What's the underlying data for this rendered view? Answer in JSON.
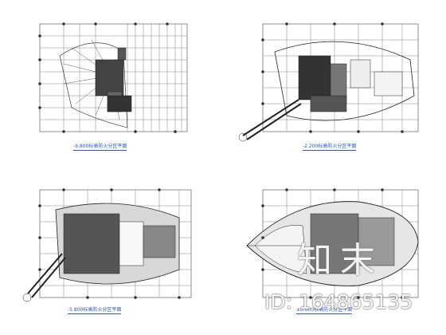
{
  "plans": [
    {
      "caption": "-9.800标高防火分区平面"
    },
    {
      "caption": "-2.200标高防火分区平面"
    },
    {
      "caption": "-5.800标高防火分区平面"
    },
    {
      "caption": "±0.000标高防火分区平面"
    }
  ],
  "watermark": {
    "brand_text": "知末",
    "id_text": "ID: 164865135"
  },
  "colors": {
    "linework": "#1a1a1a",
    "caption": "#2b57b8"
  }
}
